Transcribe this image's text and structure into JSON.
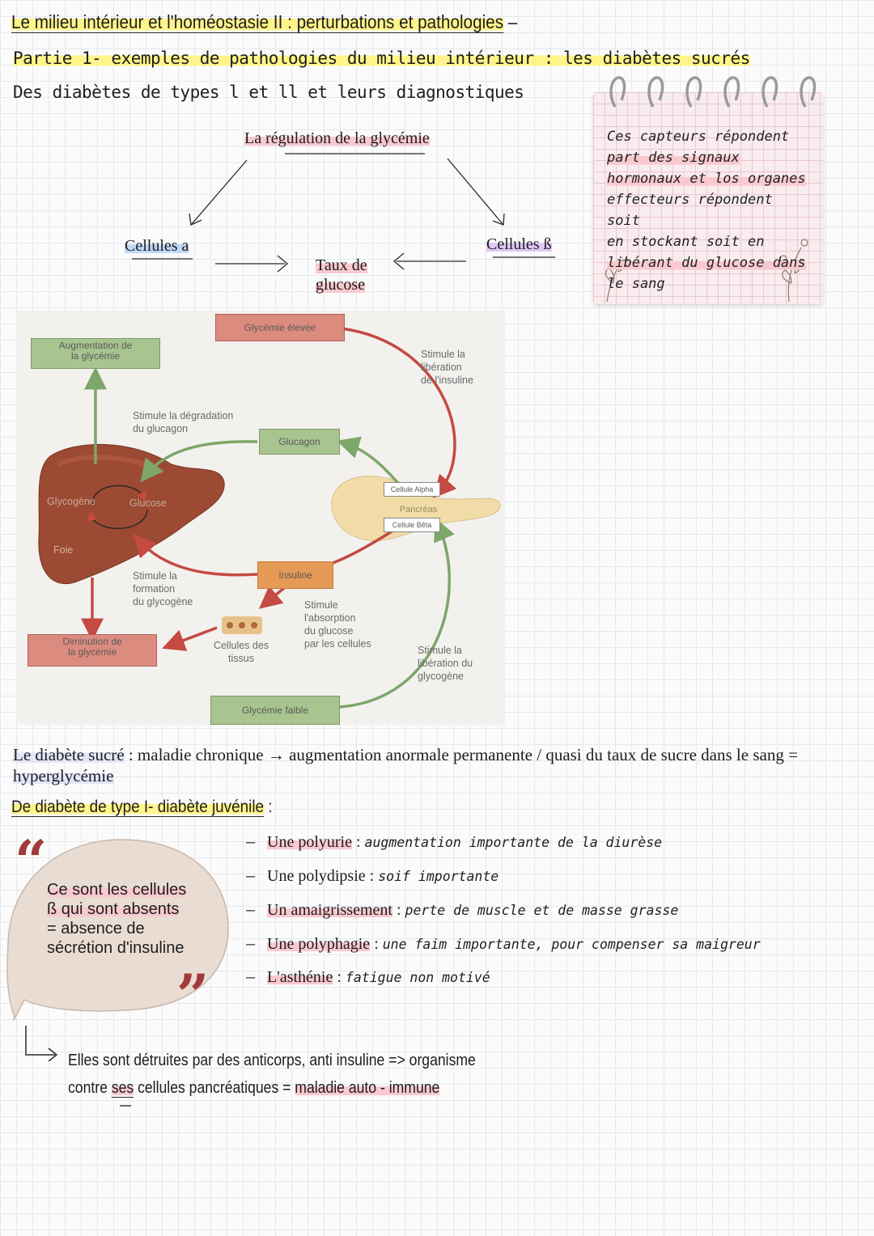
{
  "header": {
    "title": "Le milieu intérieur et l'homéostasie II : perturbations et pathologies",
    "title_dash": "–",
    "part": "Partie 1- exemples de pathologies du milieu intérieur : les diabètes sucrés",
    "subtitle": "Des diabètes de types l et ll et leurs diagnostiques"
  },
  "regulation_schema": {
    "title": "La régulation de la glycémie",
    "alpha_cells": "Cellules a",
    "beta_cells": "Cellules ß",
    "glucose_level_line1": "Taux de",
    "glucose_level_line2": "glucose"
  },
  "note_card": {
    "lines": [
      "Ces capteurs répondent",
      "part des signaux",
      "hormonaux et los organes",
      "effecteurs répondent soit",
      "en stockant soit en",
      "libérant du glucose dans",
      "le sang"
    ]
  },
  "diagram": {
    "high_glycemia": "Glycémie élevée",
    "low_glycemia": "Glycémie faible",
    "glycemia_increase_1": "Augmentation de",
    "glycemia_increase_2": "la glycémie",
    "glycemia_decrease_1": "Diminution de",
    "glycemia_decrease_2": "la glycémie",
    "glucagon": "Glucagon",
    "insulin": "Insuline",
    "alpha_cell": "Cellule Alpha",
    "beta_cell": "Cellule Bêta",
    "pancreas": "Pancréas",
    "glycogen": "Glycogène",
    "glucose": "Glucose",
    "liver": "Foie",
    "tissue_cells_1": "Cellules des",
    "tissue_cells_2": "tissus",
    "stim_insulin_release": [
      "Stimule la",
      "libération",
      "de l'insuline"
    ],
    "stim_glucagon_degradation": [
      "Stimule la dégradation",
      "du glucagon"
    ],
    "stim_glycogen_formation": [
      "Stimule la",
      "formation",
      "du glycogène"
    ],
    "stim_glucose_absorption": [
      "Stimule",
      "l'absorption",
      "du glucose",
      "par les cellules"
    ],
    "stim_glycogen_release": [
      "Stimule la",
      "libération du",
      "glycogène"
    ]
  },
  "definition": {
    "term": "Le diabète sucré",
    "text": " : maladie chronique → augmentation anormale permanente / quasi du taux de sucre dans le sang = ",
    "highlight": "hyperglycémie"
  },
  "type1": {
    "heading": "De diabète de type I- diabète juvénile",
    "heading_suffix": " :",
    "quote": {
      "open_mark": "“",
      "close_mark": "”",
      "line1": "Ce sont les cellules",
      "line2": "ß qui sont absents",
      "line3": "= absence de",
      "line4": "sécrétion d'insuline"
    },
    "symptoms": [
      {
        "dash": "–",
        "term": "Une polyurie",
        "sep": " : ",
        "desc": "augmentation importante de la diurèse"
      },
      {
        "dash": "–",
        "term": "Une polydipsie",
        "sep": " : ",
        "desc": "soif importante"
      },
      {
        "dash": "–",
        "term": "Un amaigrissement",
        "sep": " : ",
        "desc": "perte de muscle et de masse grasse"
      },
      {
        "dash": "–",
        "term": "Une polyphagie",
        "sep": " : ",
        "desc": "une faim importante, pour compenser sa maigreur"
      },
      {
        "dash": "–",
        "term": "L'asthénie",
        "sep": " : ",
        "desc": "fatigue non motivé"
      }
    ],
    "conclusion_line1": "Elles sont détruites par des anticorps, anti insuline => organisme",
    "conclusion_line2_a": "contre ",
    "conclusion_line2_b": "ses",
    "conclusion_line2_c": " cellules pancréatiques = ",
    "conclusion_line2_d": "maladie auto - immune"
  }
}
